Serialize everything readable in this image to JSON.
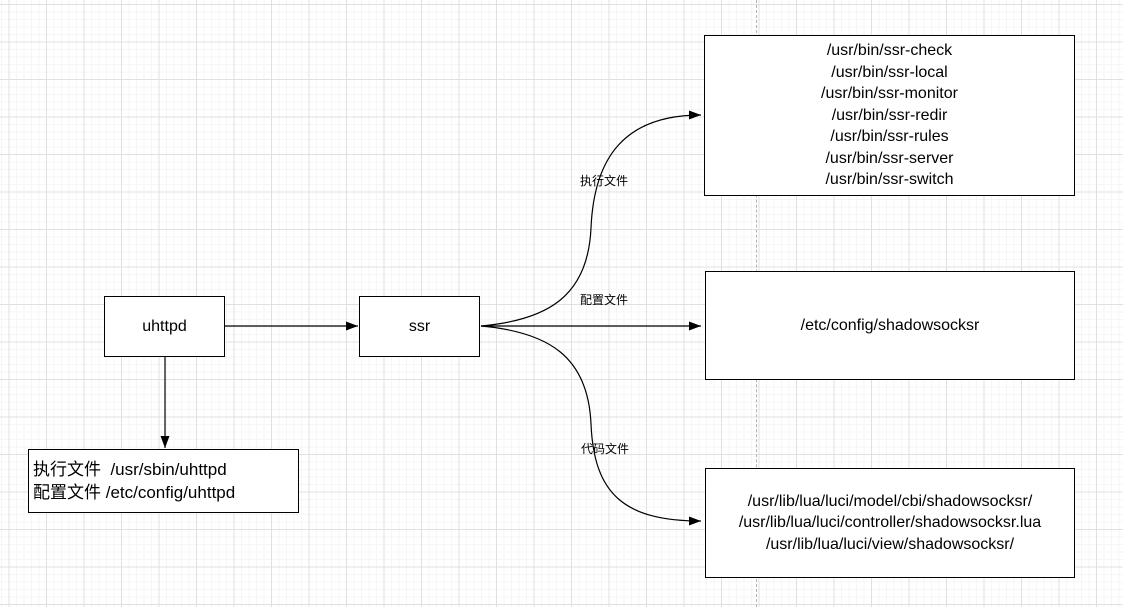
{
  "diagram": {
    "nodes": {
      "uhttpd": {
        "label": "uhttpd"
      },
      "ssr": {
        "label": "ssr"
      },
      "uhttpd_files": {
        "lines": [
          "执行文件  /usr/sbin/uhttpd",
          "配置文件 /etc/config/uhttpd"
        ]
      },
      "ssr_exec_files": {
        "lines": [
          "/usr/bin/ssr-check",
          "/usr/bin/ssr-local",
          "/usr/bin/ssr-monitor",
          "/usr/bin/ssr-redir",
          "/usr/bin/ssr-rules",
          "/usr/bin/ssr-server",
          "/usr/bin/ssr-switch"
        ]
      },
      "ssr_config_file": {
        "lines": [
          "/etc/config/shadowsocksr"
        ]
      },
      "ssr_code_files": {
        "lines": [
          "/usr/lib/lua/luci/model/cbi/shadowsocksr/",
          "/usr/lib/lua/luci/controller/shadowsocksr.lua",
          "/usr/lib/lua/luci/view/shadowsocksr/"
        ]
      }
    },
    "edge_labels": {
      "exec": "执行文件",
      "config": "配置文件",
      "code": "代码文件"
    },
    "colors": {
      "stroke": "#000000",
      "node_fill": "#ffffff",
      "text": "#000000",
      "grid_major": "#e0e0e0",
      "grid_minor": "#f6f6f6",
      "page_break": "#b3b3b3"
    }
  }
}
